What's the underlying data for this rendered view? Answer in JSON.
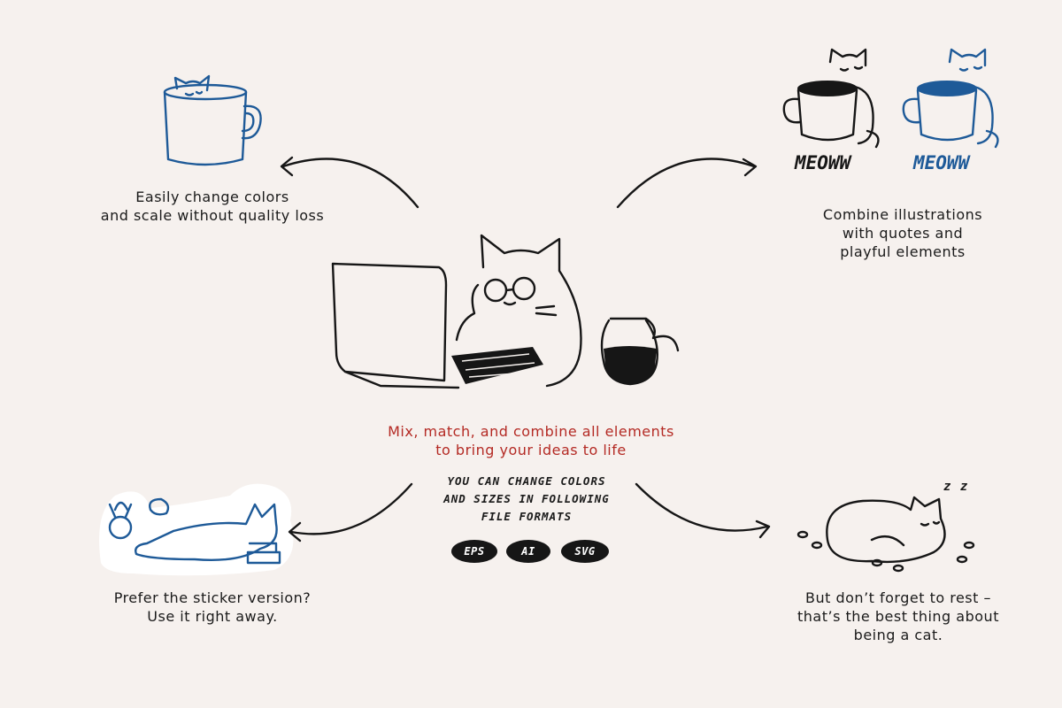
{
  "captions": {
    "top_left": [
      "Easily change colors",
      "and scale without quality loss"
    ],
    "top_right": [
      "Combine illustrations",
      "with quotes and",
      "playful elements"
    ],
    "center": [
      "Mix, match, and combine all elements",
      "to bring your ideas to life"
    ],
    "bottom_left": [
      "Prefer the sticker version?",
      "Use it right away."
    ],
    "bottom_right": [
      "But don’t forget to rest –",
      "that’s the best thing about",
      "being a cat."
    ]
  },
  "formats_note": [
    "YOU CAN CHANGE COLORS",
    "AND SIZES IN FOLLOWING",
    "FILE FORMATS"
  ],
  "formats": [
    "EPS",
    "AI",
    "SVG"
  ],
  "quote_text": "MEOWW",
  "sleep_text": "z z",
  "colors": {
    "background": "#f6f1ee",
    "ink": "#161616",
    "blue": "#1e5a98",
    "accent_red": "#b42a24",
    "sticker_blue": "#2a64b4"
  }
}
